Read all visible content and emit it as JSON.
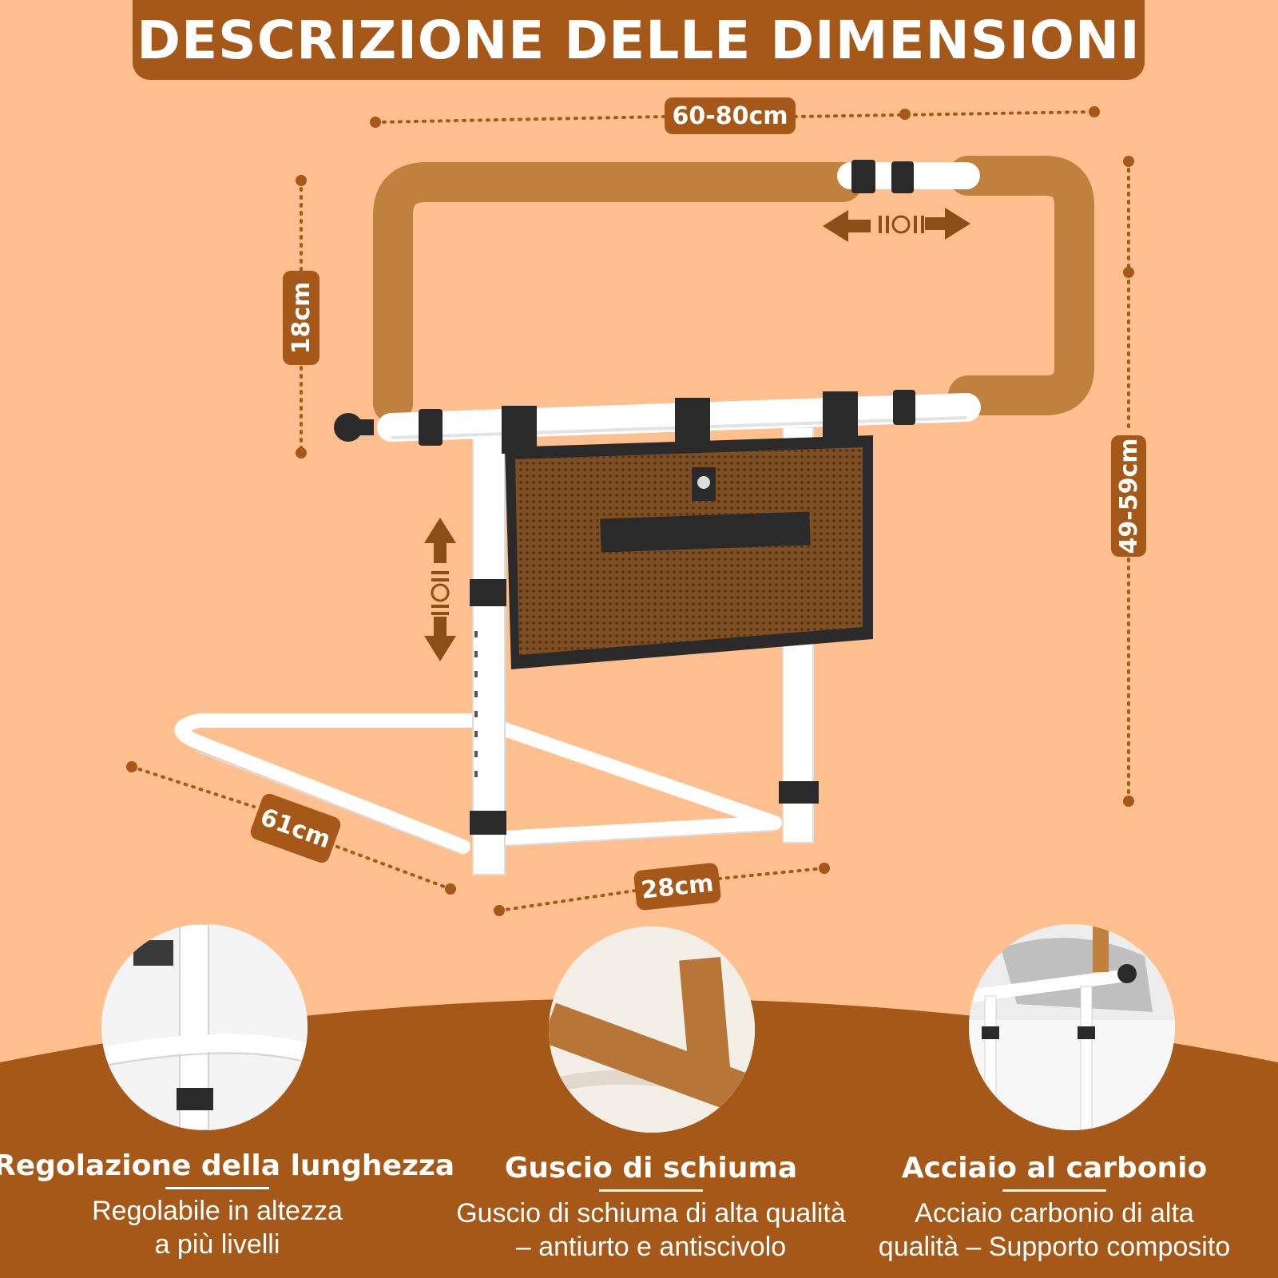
{
  "banner": {
    "title": "DESCRIZIONE DELLE DIMENSIONI"
  },
  "dimensions": {
    "width": "60-80cm",
    "grip_height": "18cm",
    "total_height": "49-59cm",
    "base_length": "61cm",
    "base_width": "28cm"
  },
  "colors": {
    "background": "#FFBF8E",
    "accent": "#A55817",
    "foam": "#C0803E",
    "steel": "#FFFFFF",
    "clamp": "#2A2A2A"
  },
  "features": [
    {
      "title": "Regolazione della lunghezza",
      "line1": "Regolabile in altezza",
      "line2": "a più livelli"
    },
    {
      "title": "Guscio di schiuma",
      "line1": "Guscio di schiuma di alta qualità",
      "line2": "– antiurto e antiscivolo"
    },
    {
      "title": "Acciaio al carbonio",
      "line1": "Acciaio carbonio di alta",
      "line2": "qualità – Supporto composito"
    }
  ],
  "icons": [
    "double-arrow-horizontal-icon",
    "double-arrow-vertical-icon"
  ]
}
